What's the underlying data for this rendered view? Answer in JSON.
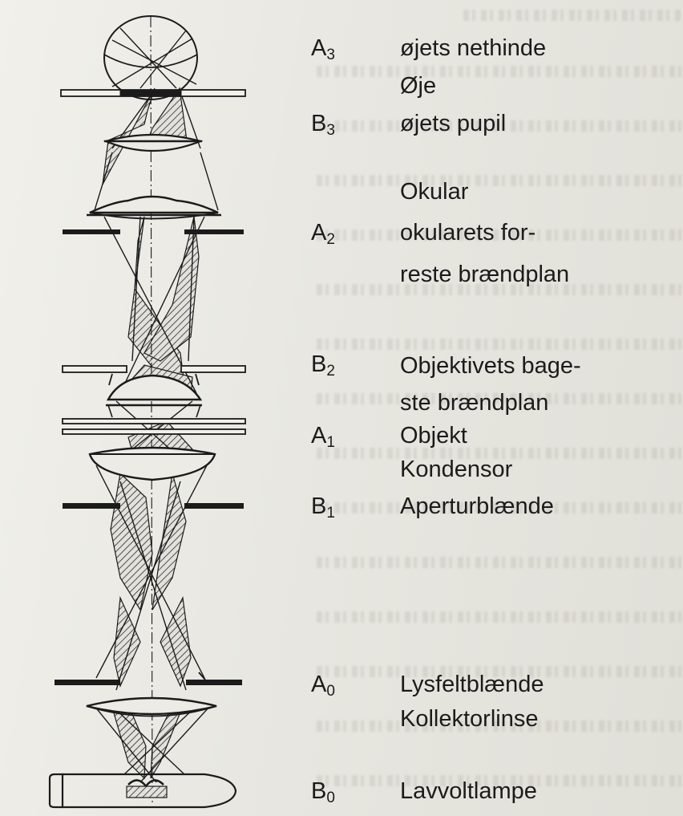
{
  "labels": [
    {
      "letter": "A",
      "sub": "3",
      "lines": [
        "øjets nethinde"
      ]
    },
    {
      "letter": "",
      "sub": "",
      "lines": [
        "Øje"
      ]
    },
    {
      "letter": "B",
      "sub": "3",
      "lines": [
        "øjets pupil"
      ]
    },
    {
      "letter": "",
      "sub": "",
      "lines": [
        "Okular"
      ]
    },
    {
      "letter": "A",
      "sub": "2",
      "lines": [
        "okularets for-",
        "reste brændplan"
      ]
    },
    {
      "letter": "B",
      "sub": "2",
      "lines": [
        "Objektivets bage-",
        "ste brændplan"
      ]
    },
    {
      "letter": "A",
      "sub": "1",
      "lines": [
        "Objekt"
      ]
    },
    {
      "letter": "",
      "sub": "",
      "lines": [
        "Kondensor"
      ]
    },
    {
      "letter": "B",
      "sub": "1",
      "lines": [
        "Aperturblænde"
      ]
    },
    {
      "letter": "A",
      "sub": "0",
      "lines": [
        "Lysfeltblænde"
      ]
    },
    {
      "letter": "",
      "sub": "",
      "lines": [
        "Kollektorlinse"
      ]
    },
    {
      "letter": "B",
      "sub": "0",
      "lines": [
        "Lavvoltlampe"
      ]
    }
  ],
  "colors": {
    "ink": "#1b1b1b",
    "paper": "#ecebe5",
    "hatch": "#2a2a2a"
  }
}
